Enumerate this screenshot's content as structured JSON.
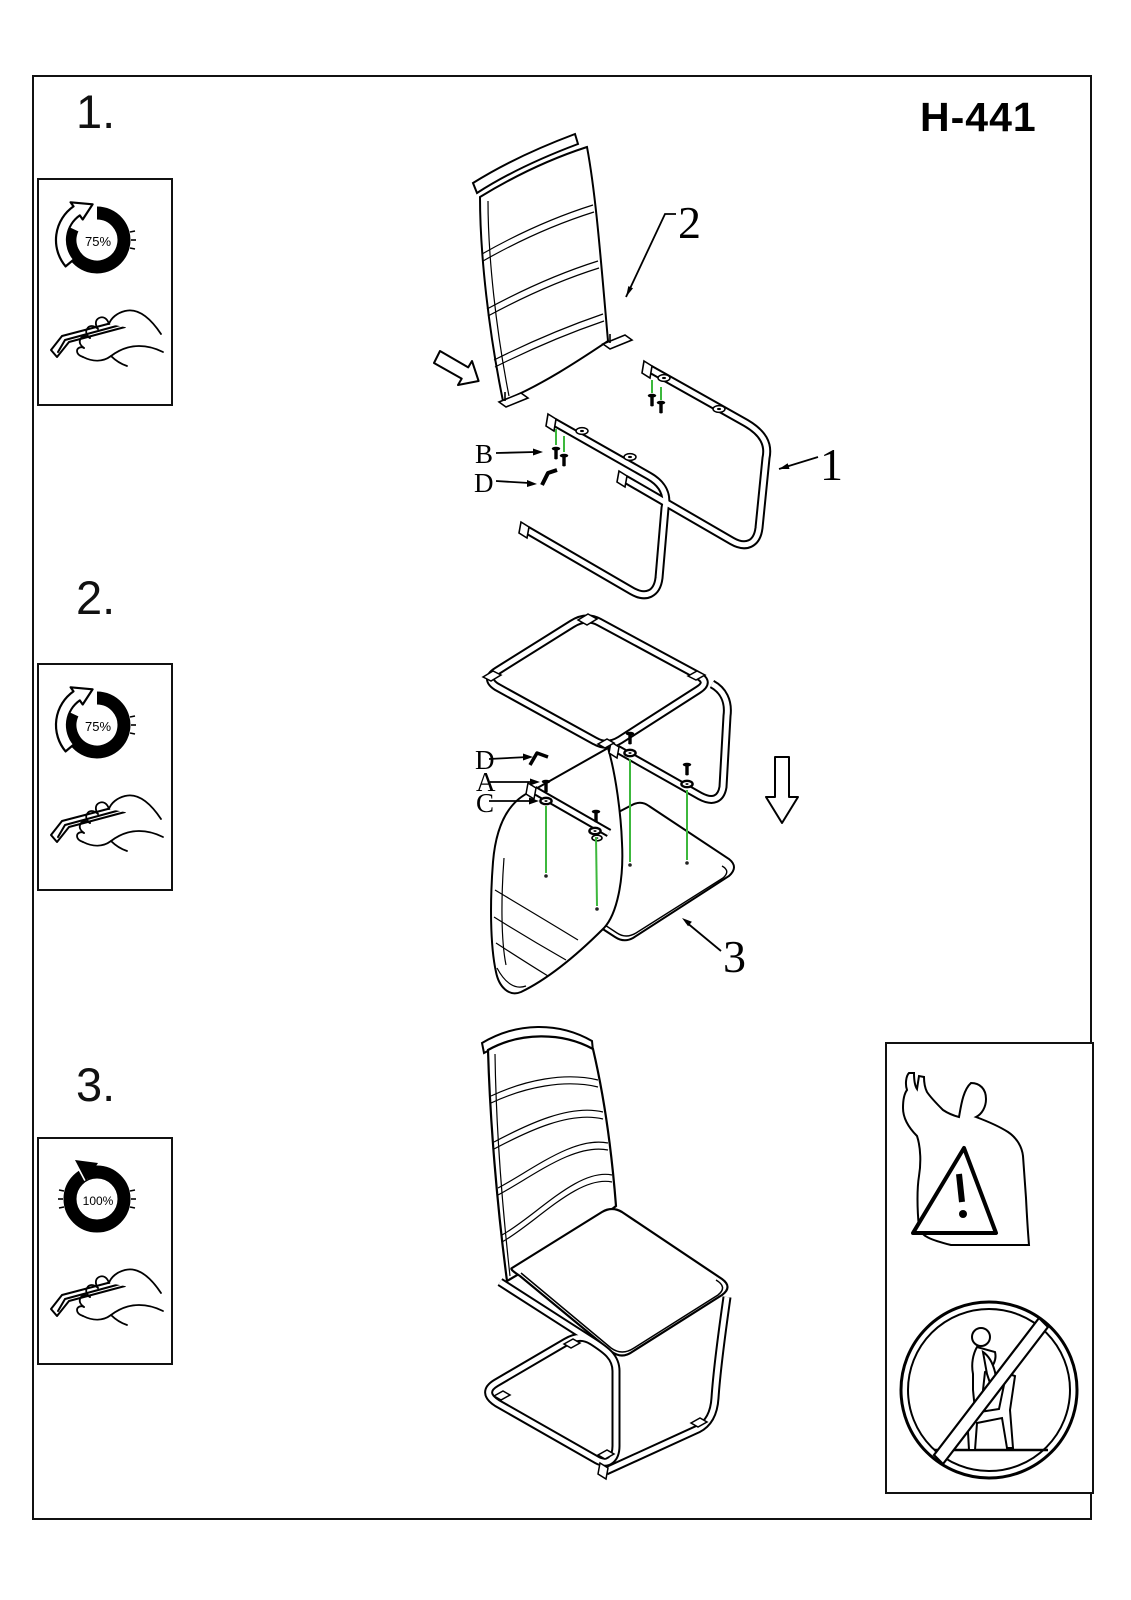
{
  "title": "H-441",
  "steps": [
    {
      "number": "1.",
      "torque": "75%"
    },
    {
      "number": "2.",
      "torque": "75%"
    },
    {
      "number": "3.",
      "torque": "100%"
    }
  ],
  "callouts": {
    "step1": {
      "backrest": "2",
      "frame": "1",
      "screw_b": "B",
      "hex_key_d": "D"
    },
    "step2": {
      "hex_key_d": "D",
      "screw_a": "A",
      "washer_c": "C",
      "seat": "3"
    }
  },
  "icons": {
    "rotation_partial": "circular-arrow-75",
    "rotation_full": "circular-arrow-100",
    "tool": "hand-with-hex-key",
    "warning": "attention-person-warning-triangle",
    "prohibition": "do-not-stand-on-chair"
  },
  "colors": {
    "line": "#000000",
    "green": "#3cb83c"
  }
}
